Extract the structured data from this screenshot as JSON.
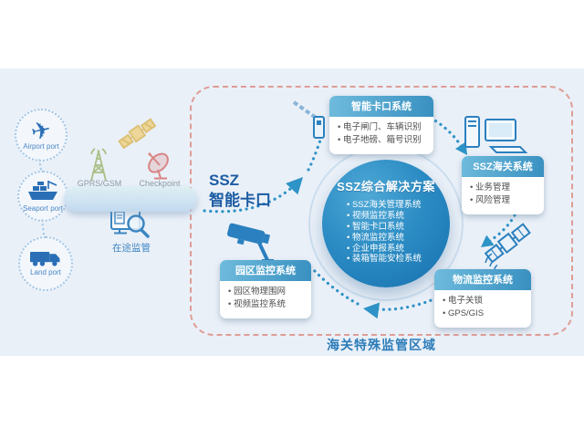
{
  "colors": {
    "background": "#eaf0f8",
    "primary_blue": "#2b80bf",
    "dark_blue_text": "#1c5ca3",
    "circle_gradient_start": "#4fa9d6",
    "circle_gradient_end": "#1e7ab6",
    "box_header_start": "#6fbbdd",
    "box_header_end": "#3890c0",
    "zone_border_red": "#de9d96",
    "arrow_blue": "#2e93c6",
    "green_icon": "#a9bf85",
    "yellow_icon": "#e2c57b",
    "red_icon": "#d88585",
    "gray_label": "#8b9aa5"
  },
  "left_panel": {
    "ports": [
      {
        "label": "Airport port",
        "icon": "airplane-icon"
      },
      {
        "label": "Seaport port",
        "icon": "cargo-ship-icon"
      },
      {
        "label": "Land port",
        "icon": "truck-icon"
      }
    ],
    "gprs_label": "GPRS/GSM",
    "checkpoint_label": "Checkpoint",
    "transit_label": "在途监管",
    "ssz_line1": "SSZ",
    "ssz_line2": "智能卡口"
  },
  "diagram": {
    "center": {
      "title": "SSZ综合解决方案",
      "items": [
        "SSZ海关管理系统",
        "视频监控系统",
        "智能卡口系统",
        "物流监控系统",
        "企业申报系统",
        "装箱智能安检系统"
      ]
    },
    "boxes": [
      {
        "title": "智能卡口系统",
        "items": [
          "电子闸门、车辆识别",
          "电子地磅、箱号识别"
        ]
      },
      {
        "title": "SSZ海关系统",
        "items": [
          "业务管理",
          "风险管理"
        ]
      },
      {
        "title": "物流监控系统",
        "items": [
          "电子关锁",
          "GPS/GIS"
        ]
      },
      {
        "title": "园区监控系统",
        "items": [
          "园区物理围网",
          "视频监控系统"
        ]
      }
    ],
    "zone_label": "海关特殊监管区域"
  }
}
